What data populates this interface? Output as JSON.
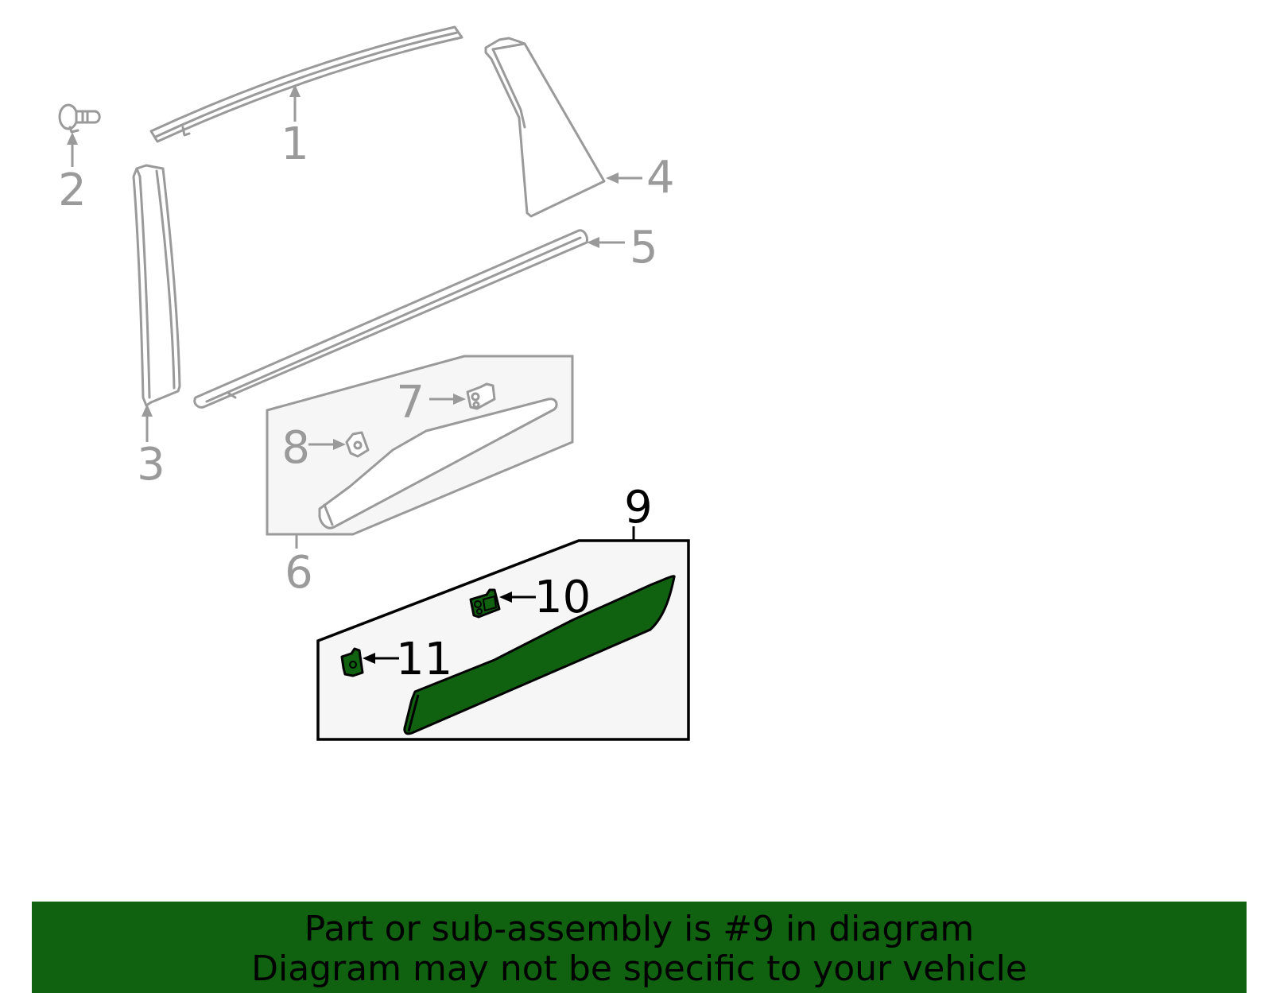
{
  "diagram": {
    "callouts": [
      {
        "number": "1"
      },
      {
        "number": "2"
      },
      {
        "number": "3"
      },
      {
        "number": "4"
      },
      {
        "number": "5"
      },
      {
        "number": "6"
      },
      {
        "number": "7"
      },
      {
        "number": "8"
      },
      {
        "number": "9"
      },
      {
        "number": "10"
      },
      {
        "number": "11"
      }
    ],
    "highlight_color": "#106210",
    "inactive_color": "#9a9a9a"
  },
  "banner": {
    "line1": "Part or sub-assembly is #9 in diagram",
    "line2": "Diagram may not be specific to your vehicle",
    "background": "#106210"
  }
}
